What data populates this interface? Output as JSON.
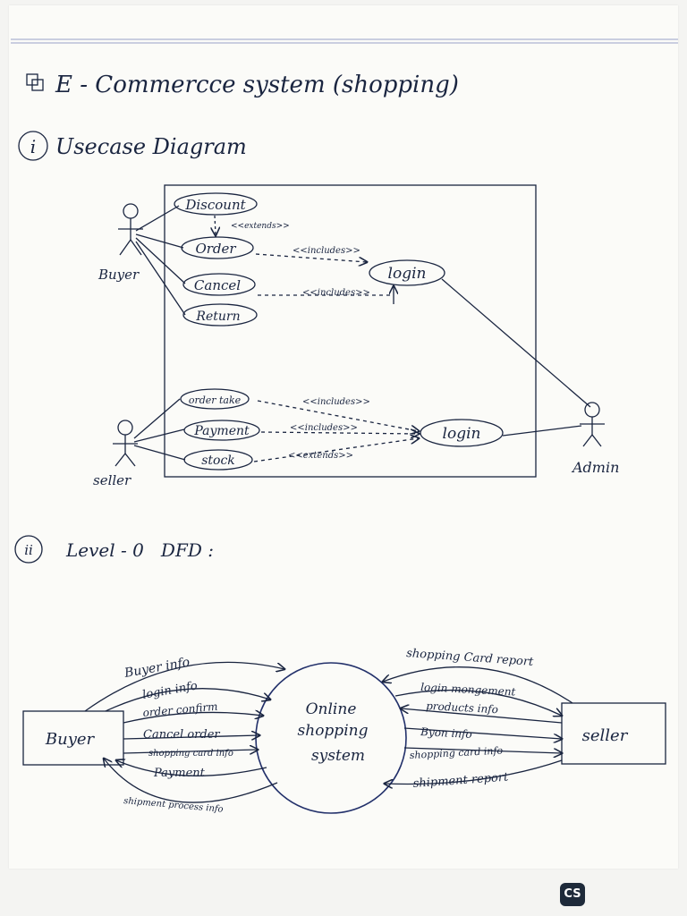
{
  "title": "E - Commercce system (shopping)",
  "section1": {
    "num": "i",
    "label": "Usecase Diagram"
  },
  "section2": {
    "num": "ii",
    "label": "Level - 0   DFD :"
  },
  "usecase": {
    "actors": {
      "buyer": "Buyer",
      "seller": "seller",
      "admin": "Admin"
    },
    "buyer_cases": [
      "Discount",
      "Order",
      "Cancel",
      "Return"
    ],
    "seller_cases": [
      "order take",
      "Payment",
      "stock"
    ],
    "login1": "login",
    "login2": "login",
    "rel_extends_discount": "<<extends>>",
    "rel_order_login": "<<includes>>",
    "rel_cancel_login": "<<includes>>",
    "rel_ordertake": "<<includes>>",
    "rel_payment": "<<includes>>",
    "rel_stock": "<<extends>>"
  },
  "dfd": {
    "process": [
      "Online",
      "shopping",
      "system"
    ],
    "left_entity": "Buyer",
    "right_entity": "seller",
    "left_flows": [
      "Buyer info",
      "login info",
      "order confirm",
      "Cancel order",
      "shopping card info",
      "Payment",
      "shipment process info"
    ],
    "right_flows": [
      "shopping Card report",
      "login mongement",
      "products info",
      "Byon info",
      "shopping card info",
      "shipment report"
    ]
  },
  "badge": "CS"
}
